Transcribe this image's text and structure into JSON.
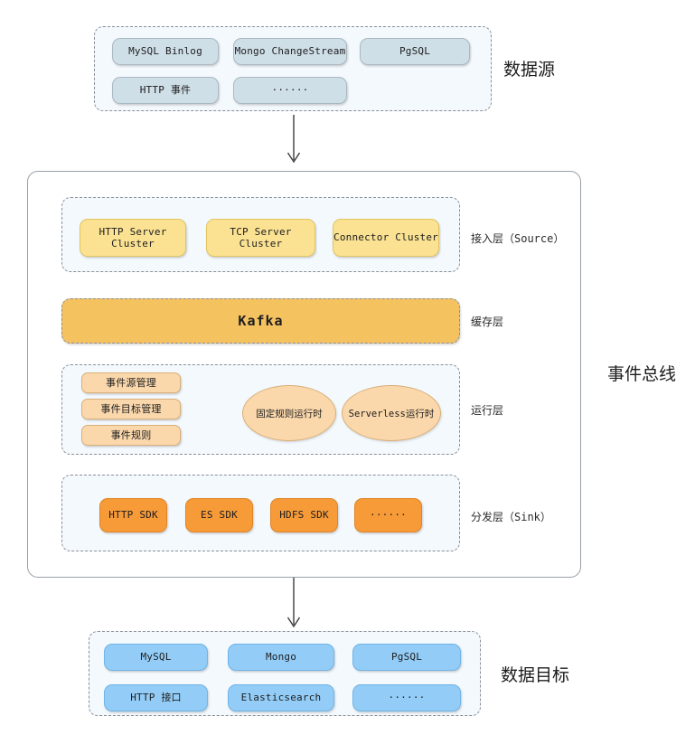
{
  "diagram": {
    "title": "事件总线",
    "colors": {
      "source_fill": "#cfdfe7",
      "access_fill": "#fbe292",
      "kafka_fill": "#f5c260",
      "runtime_fill": "#fbd8ab",
      "sink_fill": "#f79b39",
      "target_fill": "#93cdf7",
      "group_bg": "#f4f9fd",
      "dash_border": "#8a8f98"
    }
  },
  "data_source": {
    "label": "数据源",
    "nodes": [
      "MySQL Binlog",
      "Mongo ChangeStream",
      "PgSQL",
      "HTTP 事件",
      "······"
    ]
  },
  "event_bus": {
    "title": "事件总线",
    "layers": [
      {
        "id": "access",
        "label": "接入层（Source）",
        "nodes": [
          "HTTP Server Cluster",
          "TCP Server Cluster",
          "Connector Cluster"
        ]
      },
      {
        "id": "cache",
        "label": "缓存层",
        "nodes": [
          "Kafka"
        ]
      },
      {
        "id": "runtime",
        "label": "运行层",
        "nodes": [
          "事件源管理",
          "事件目标管理",
          "事件规则"
        ],
        "ellipses": [
          "固定规则运行时",
          "Serverless运行时"
        ]
      },
      {
        "id": "sink",
        "label": "分发层（Sink）",
        "nodes": [
          "HTTP SDK",
          "ES SDK",
          "HDFS SDK",
          "······"
        ]
      }
    ]
  },
  "data_target": {
    "label": "数据目标",
    "nodes": [
      "MySQL",
      "Mongo",
      "PgSQL",
      "HTTP 接口",
      "Elasticsearch",
      "······"
    ]
  },
  "arrows": [
    {
      "name": "source-to-bus",
      "direction": "down"
    },
    {
      "name": "bus-to-target",
      "direction": "down"
    }
  ]
}
